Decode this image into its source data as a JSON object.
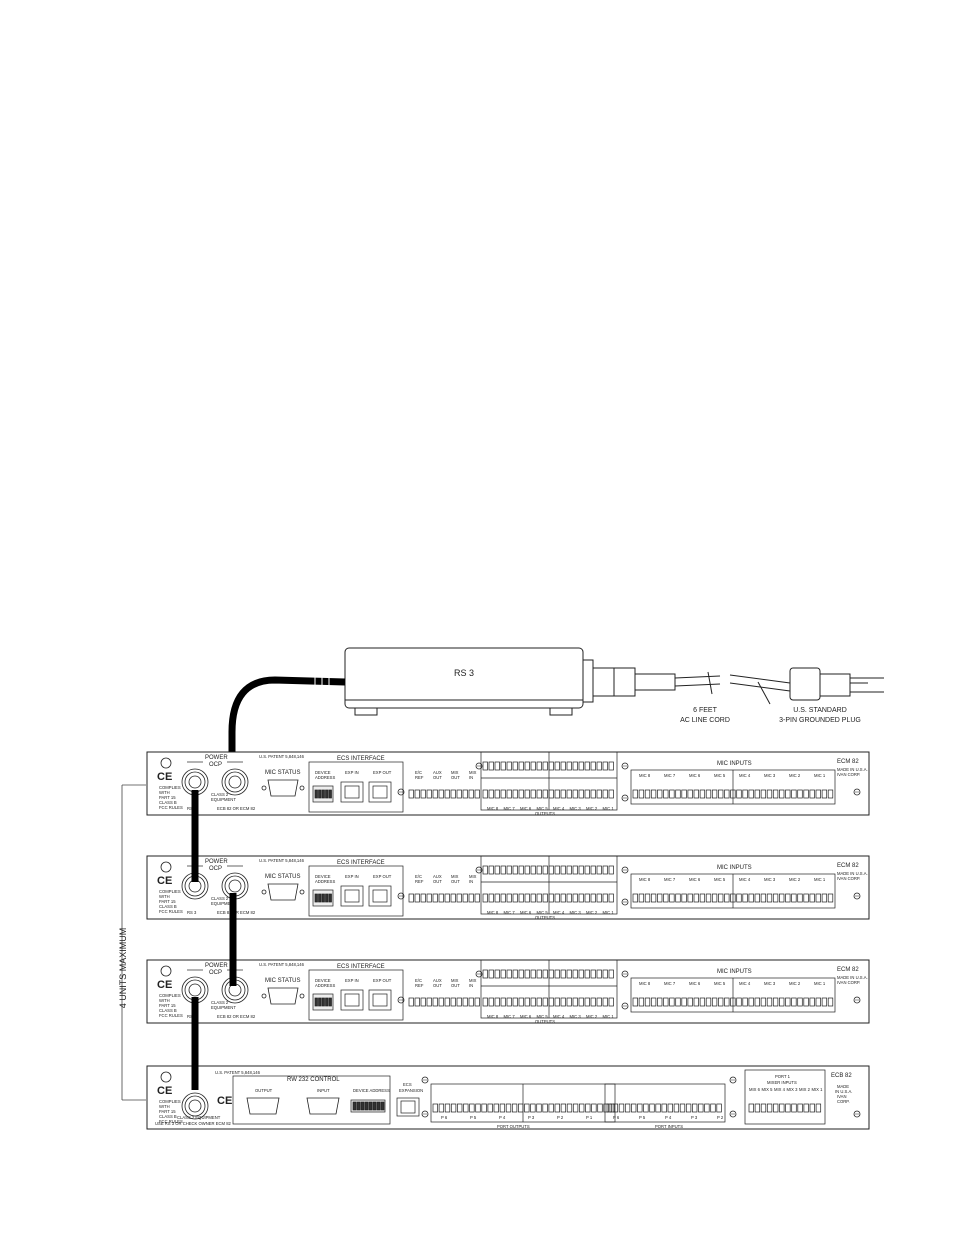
{
  "power_supply": {
    "name": "RS 3",
    "cord_label_1": "6 FEET",
    "cord_label_2": "AC LINE CORD",
    "plug_label_1": "U.S. STANDARD",
    "plug_label_2": "3-PIN GROUNDED PLUG"
  },
  "stack_label": "4 UNITS MAXIMUM",
  "ecm_units": [
    {
      "model": "ECM 82",
      "made_1": "MADE IN U.S.A.",
      "made_2": "IVAN CORP."
    },
    {
      "model": "ECM 82",
      "made_1": "MADE IN U.S.A.",
      "made_2": "IVAN CORP."
    },
    {
      "model": "ECM 82",
      "made_1": "MADE IN U.S.A.",
      "made_2": "IVAN CORP."
    }
  ],
  "ecm_common": {
    "patent": "U.S. PATENT 5,848,146",
    "power_1": "POWER",
    "power_2": "OCP",
    "ce": "CE",
    "complies": [
      "COMPLIES",
      "WITH",
      "PART 15",
      "CLASS B",
      "FCC RULES"
    ],
    "class2_1": "CLASS 2",
    "class2_2": "EQUIPMENT",
    "rs3_tag": "RS 3",
    "ecb_tag": "ECB 82 OR ECM 82",
    "mic_status": "MIC STATUS",
    "ecs_interface": "ECS INTERFACE",
    "device_address_1": "DEVICE",
    "device_address_2": "ADDRESS",
    "exp_in": "EXP IN",
    "exp_out": "EXP OUT",
    "aux_cols": [
      [
        "E/C",
        "REF"
      ],
      [
        "AUX",
        "OUT"
      ],
      [
        "MIX",
        "OUT"
      ],
      [
        "MIX",
        "IN"
      ]
    ],
    "outputs_label": "OUTPUTS",
    "output_mics": [
      "MIC 8",
      "MIC 7",
      "MIC 6",
      "MIC 5",
      "MIC 4",
      "MIC 3",
      "MIC 2",
      "MIC 1"
    ],
    "mic_inputs": "MIC INPUTS",
    "input_mics": [
      "MIC 8",
      "MIC 7",
      "MIC 6",
      "MIC 5",
      "MIC 4",
      "MIC 3",
      "MIC 2",
      "MIC 1"
    ]
  },
  "ecb_unit": {
    "model": "ECB 82",
    "made_1": "MADE",
    "made_2": "IN U.S.A.",
    "made_3": "IVAN",
    "made_4": "CORP.",
    "patent": "U.S. PATENT 5,848,146",
    "rs232": "RW 232 CONTROL",
    "output": "OUTPUT",
    "input": "INPUT",
    "device_address": "DEVICE ADDRESS",
    "ecs_1": "ECS",
    "ecs_2": "EXPANSION",
    "port_outputs": [
      "P 6",
      "P 5",
      "P 4",
      "P 3",
      "P 2",
      "P 1"
    ],
    "port_outputs_label": "PORT OUTPUTS",
    "port_inputs": [
      "P 6",
      "P 5",
      "P 4",
      "P 3",
      "P 2"
    ],
    "port_inputs_label": "PORT INPUTS",
    "port1": "PORT 1",
    "mixer_inputs": "MIXER INPUTS",
    "mixer_cols": [
      "MIX 6",
      "MIX 5",
      "MIX 4",
      "MIX 3",
      "MIX 2",
      "MIX 1"
    ],
    "footer_1": "CLASS 2 EQUIPMENT",
    "footer_2": "USE RS 3 OR CHECK OWNER ECM 82"
  },
  "colors": {
    "line": "#222222",
    "cable": "#000000",
    "paper": "#ffffff"
  }
}
